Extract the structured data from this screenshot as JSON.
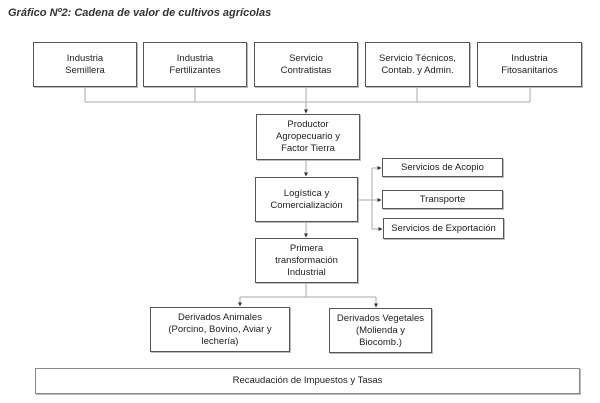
{
  "title": "Gráfico Nº2: Cadena de valor de cultivos agrícolas",
  "inputs": [
    "Industria\nSemillera",
    "Industria\nFertilizantes",
    "Servicio\nContratistas",
    "Servicio Técnicos,\nContab. y Admin.",
    "Industria\nFitosanitarios"
  ],
  "producer": "Productor\nAgropecuario y\nFactor Tierra",
  "logistics": "Logística y\nComercialización",
  "services": [
    "Servicios de Acopio",
    "Transporte",
    "Servicios de Exportación"
  ],
  "transformation": "Primera\ntransformación\nIndustrial",
  "derivatives": [
    "Derivados Animales\n(Porcino, Bovino, Aviar y\nlechería)",
    "Derivados Vegetales\n(Molienda y\nBiocomb.)"
  ],
  "taxes": "Recaudación de Impuestos y Tasas"
}
